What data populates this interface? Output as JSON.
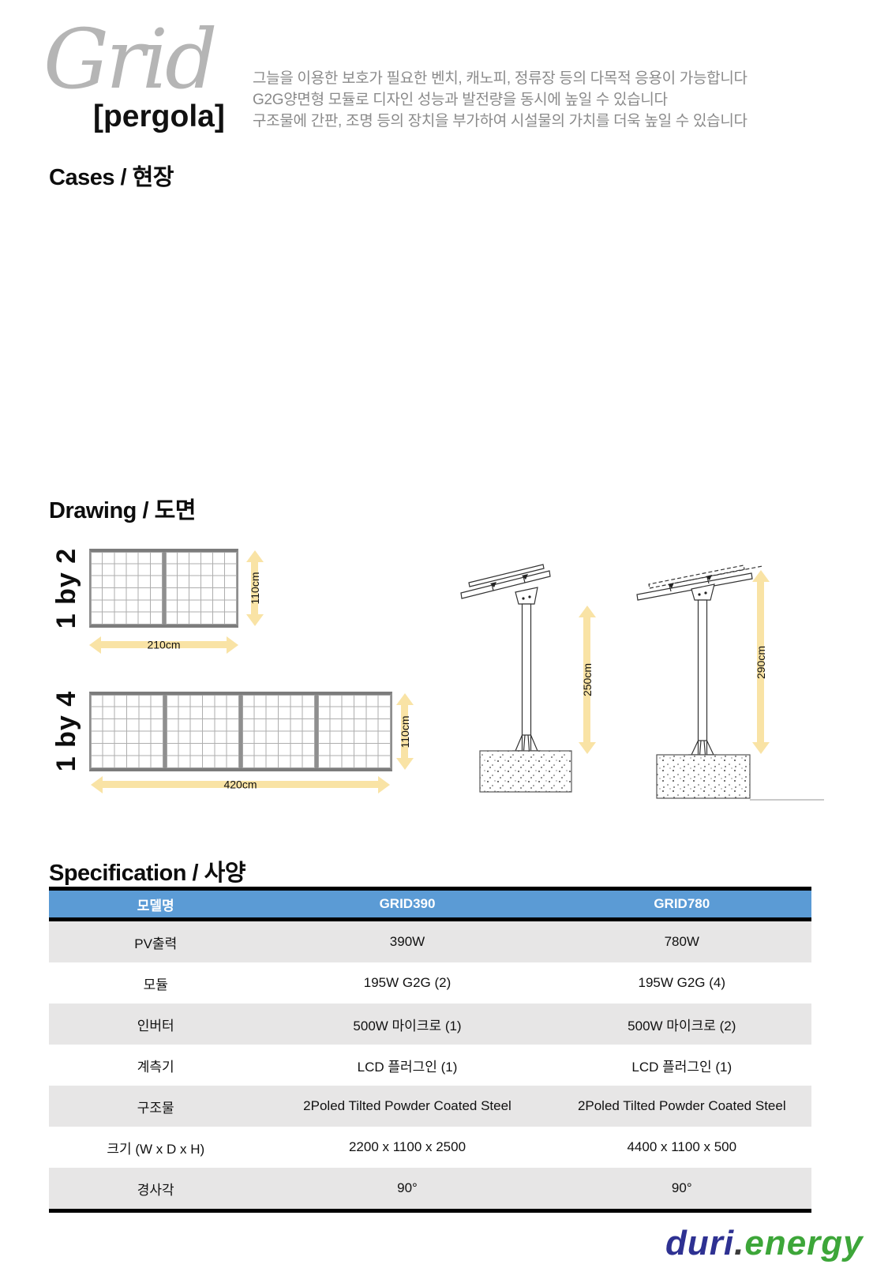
{
  "header": {
    "logo_main": "Grid",
    "logo_sub": "[pergola]",
    "description_lines": [
      "그늘을 이용한 보호가 필요한 벤치, 캐노피, 정류장 등의 다목적 응용이 가능합니다",
      "G2G양면형 모듈로 디자인 성능과 발전량을 동시에 높일 수 있습니다",
      "구조물에 간판, 조명 등의 장치을 부가하여 시설물의 가치를 더욱 높일 수 있습니다"
    ]
  },
  "sections": {
    "cases_title": "Cases / 현장",
    "drawing_title": "Drawing / 도면",
    "spec_title": "Specification / 사양"
  },
  "drawing": {
    "panel_1x2": {
      "label": "1 by 2",
      "width_dim": "210cm",
      "height_dim": "110cm"
    },
    "panel_1x4": {
      "label": "1 by 4",
      "width_dim": "420cm",
      "height_dim": "110cm"
    },
    "pole_short": {
      "height_dim": "250cm"
    },
    "pole_tall": {
      "height_dim": "290cm"
    }
  },
  "spec_table": {
    "columns": [
      "모델명",
      "GRID390",
      "GRID780"
    ],
    "rows": [
      {
        "label": "PV출력",
        "grid390": "390W",
        "grid780": "780W"
      },
      {
        "label": "모듈",
        "grid390": "195W G2G (2)",
        "grid780": "195W G2G (4)"
      },
      {
        "label": "인버터",
        "grid390": "500W 마이크로 (1)",
        "grid780": "500W 마이크로 (2)"
      },
      {
        "label": "계측기",
        "grid390": "LCD 플러그인 (1)",
        "grid780": "LCD 플러그인 (1)"
      },
      {
        "label": "구조물",
        "grid390": "2Poled Tilted Powder Coated Steel",
        "grid780": "2Poled Tilted Powder Coated Steel"
      },
      {
        "label": "크기 (W x D x H)",
        "grid390": "2200 x 1100 x 2500",
        "grid780": "4400 x 1100 x 500"
      },
      {
        "label": "경사각",
        "grid390": "90°",
        "grid780": "90°"
      }
    ]
  },
  "footer": {
    "brand_duri": "duri",
    "brand_dot": ".",
    "brand_energy": "energy"
  },
  "colors": {
    "accent_blue": "#5B9BD5",
    "row_gray": "#E7E6E6",
    "arrow_yellow": "#F9E3A5",
    "logo_gray": "#B5B5B5",
    "brand_navy": "#2E3192",
    "brand_green": "#3DA639"
  }
}
